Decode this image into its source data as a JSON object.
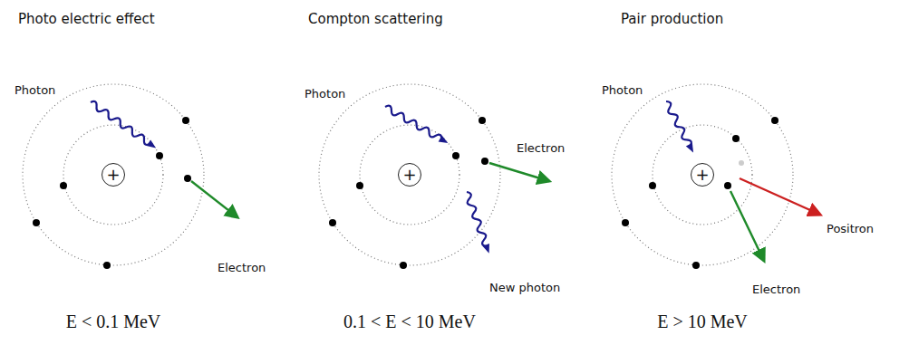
{
  "diagram": {
    "nodes": [
      {
        "text": [
          "+"
        ]
      },
      {
        "text": [
          "+"
        ]
      },
      {
        "text": [
          "+"
        ]
      }
    ],
    "labels": [
      "Photo electric effect",
      "Photon",
      "Electron",
      "E < 0.1 MeV",
      "Compton scattering",
      "Photon",
      "Electron",
      "New photon",
      "0.1 < E < 10 MeV",
      "Pair production",
      "Photon",
      "Positron",
      "Electron",
      "E > 10 MeV"
    ]
  }
}
